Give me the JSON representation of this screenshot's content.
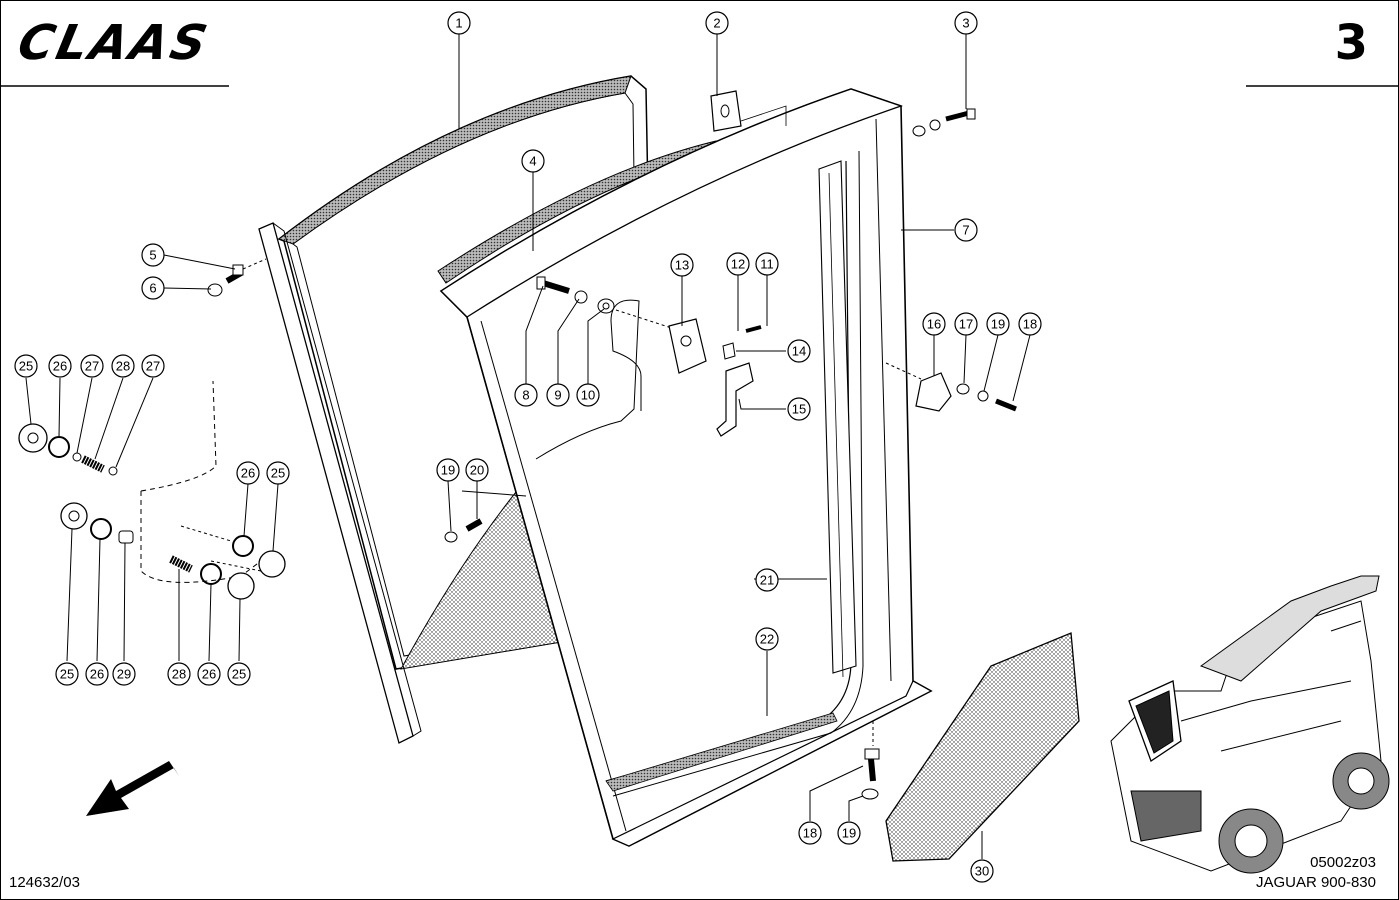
{
  "header": {
    "brand": "CLAAS",
    "page_number": "3"
  },
  "footer": {
    "document_number": "124632/03",
    "figure_code": "05002z03",
    "model": "JAGUAR 900-830"
  },
  "callouts": [
    "1",
    "2",
    "3",
    "4",
    "5",
    "6",
    "7",
    "8",
    "9",
    "10",
    "11",
    "12",
    "13",
    "14",
    "15",
    "16",
    "17",
    "18",
    "19",
    "20",
    "21",
    "22",
    "25",
    "26",
    "27",
    "28",
    "29",
    "30"
  ]
}
